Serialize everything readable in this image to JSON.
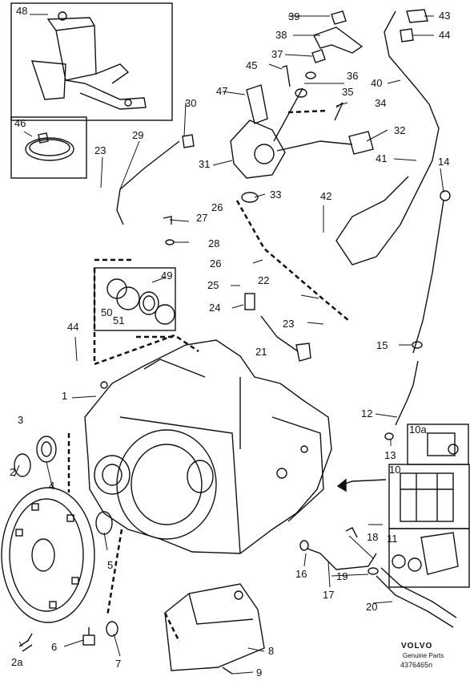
{
  "diagram": {
    "labels": {
      "l1": "1",
      "l2": "2",
      "l2a": "2a",
      "l3": "3",
      "l4": "4",
      "l5": "5",
      "l6": "6",
      "l7": "7",
      "l8": "8",
      "l9": "9",
      "l10": "10",
      "l10a": "10a",
      "l11": "11",
      "l12": "12",
      "l13": "13",
      "l14": "14",
      "l15": "15",
      "l16": "16",
      "l17": "17",
      "l18": "18",
      "l19": "19",
      "l20": "20",
      "l21": "21",
      "l22": "22",
      "l23a": "23",
      "l23b": "23",
      "l24": "24",
      "l25": "25",
      "l26": "26",
      "l27": "27",
      "l28": "28",
      "l29": "29",
      "l30": "30",
      "l31": "31",
      "l32": "32",
      "l33": "33",
      "l34": "34",
      "l35": "35",
      "l36": "36",
      "l37": "37",
      "l38": "38",
      "l39": "39",
      "l40": "40",
      "l41": "41",
      "l42": "42",
      "l43": "43",
      "l44a": "44",
      "l44b": "44",
      "l45": "45",
      "l46": "46",
      "l47": "47",
      "l48": "48",
      "l49": "49",
      "l50": "50",
      "l51": "51"
    },
    "brand": "VOLVO",
    "brand_sub": "Genuine Parts",
    "ref_number": "4376465n"
  }
}
